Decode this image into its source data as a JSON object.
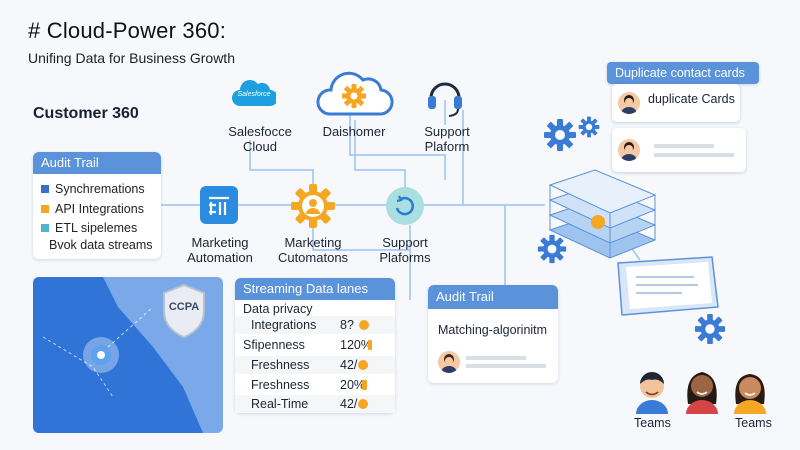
{
  "header": {
    "title": "# Cloud-Power 360:",
    "subtitle": "Unifing Data for Business Growth"
  },
  "section_title": "Customer 360",
  "nodes": {
    "salesforce": {
      "logo_text": "Salesforce",
      "label_line1": "Salesfocce",
      "label_line2": "Cloud"
    },
    "dashomer": {
      "label": "Daishomer"
    },
    "support_top": {
      "label_line1": "Support",
      "label_line2": "Plaform"
    },
    "marketing_automation": {
      "label_line1": "Marketing",
      "label_line2": "Automation"
    },
    "marketing_cutomatons": {
      "label_line1": "Marketing",
      "label_line2": "Cutomatons"
    },
    "support_mid": {
      "label_line1": "Support",
      "label_line2": "Plaforms"
    }
  },
  "audit_left": {
    "title": "Audit Trail",
    "items": [
      {
        "label": "Synchremations",
        "color": "#3a6fc4"
      },
      {
        "label": "API Integrations",
        "color": "#f5a623"
      },
      {
        "label": "ETL sipelemes",
        "color": "#4fb7c9"
      },
      {
        "label": "Bvok data streams",
        "color": ""
      }
    ]
  },
  "map": {
    "badge": "CCPA"
  },
  "streaming": {
    "title": "Streaming Data lanes",
    "header": "Data privacy",
    "rows": [
      {
        "label": "Integrations",
        "value": "8?"
      },
      {
        "label": "Sfipenness",
        "value": "120%"
      },
      {
        "label": "Freshness",
        "value": "42/"
      },
      {
        "label": "Freshness",
        "value": "20%"
      },
      {
        "label": "Real-Time",
        "value": "42/"
      }
    ]
  },
  "audit_right": {
    "title": "Audit Trail",
    "text": "Matching-algorinitm"
  },
  "duplicates": {
    "title": "Duplicate contact cards",
    "card1_text": "duplicate Cards"
  },
  "teams": {
    "label1": "Teams",
    "label2": "Teams"
  },
  "colors": {
    "accent_blue": "#5b93db",
    "wire": "#8db8ea",
    "gear_blue": "#3a7bd5",
    "gear_orange": "#f5a623"
  }
}
